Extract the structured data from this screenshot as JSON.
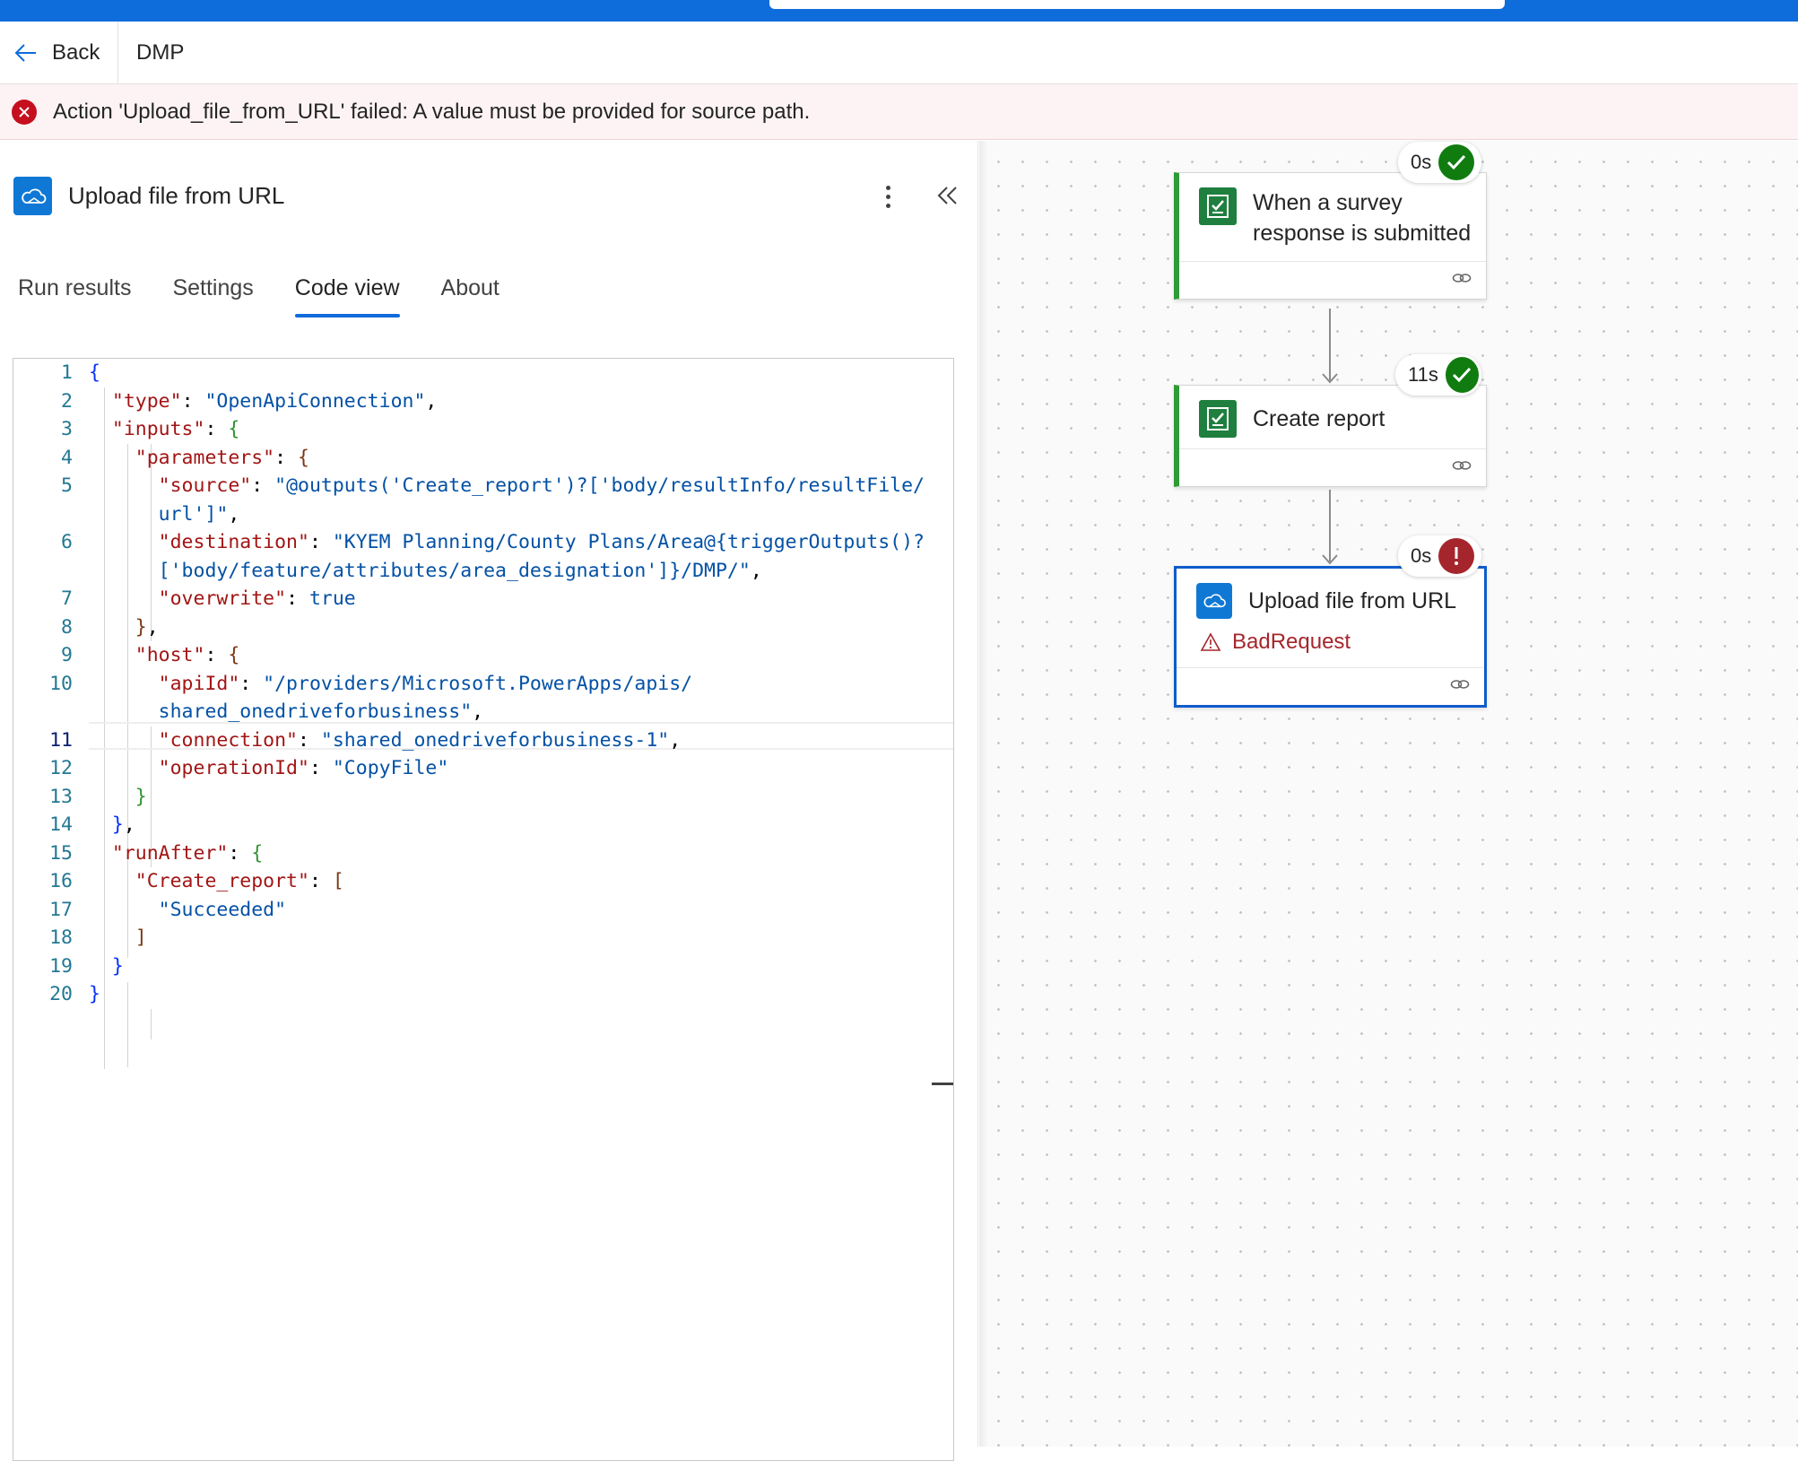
{
  "header": {
    "back_label": "Back",
    "flow_name": "DMP"
  },
  "error_banner": {
    "message": "Action 'Upload_file_from_URL' failed: A value must be provided for source path."
  },
  "panel": {
    "title": "Upload file from URL",
    "tabs": [
      {
        "label": "Run results",
        "active": false
      },
      {
        "label": "Settings",
        "active": false
      },
      {
        "label": "Code view",
        "active": true
      },
      {
        "label": "About",
        "active": false
      }
    ],
    "current_line": 11,
    "code_lines": [
      {
        "n": "1",
        "text": "{"
      },
      {
        "n": "2",
        "text": "  \"type\": \"OpenApiConnection\","
      },
      {
        "n": "3",
        "text": "  \"inputs\": {"
      },
      {
        "n": "4",
        "text": "    \"parameters\": {"
      },
      {
        "n": "5",
        "text": "      \"source\": \"@outputs('Create_report')?['body/resultInfo/resultFile/"
      },
      {
        "n": "",
        "text": "      url']\","
      },
      {
        "n": "6",
        "text": "      \"destination\": \"KYEM Planning/County Plans/Area@{triggerOutputs()?"
      },
      {
        "n": "",
        "text": "      ['body/feature/attributes/area_designation']}/DMP/\","
      },
      {
        "n": "7",
        "text": "      \"overwrite\": true"
      },
      {
        "n": "8",
        "text": "    },"
      },
      {
        "n": "9",
        "text": "    \"host\": {"
      },
      {
        "n": "10",
        "text": "      \"apiId\": \"/providers/Microsoft.PowerApps/apis/"
      },
      {
        "n": "",
        "text": "      shared_onedriveforbusiness\","
      },
      {
        "n": "11",
        "text": "      \"connection\": \"shared_onedriveforbusiness-1\","
      },
      {
        "n": "12",
        "text": "      \"operationId\": \"CopyFile\""
      },
      {
        "n": "13",
        "text": "    }"
      },
      {
        "n": "14",
        "text": "  },"
      },
      {
        "n": "15",
        "text": "  \"runAfter\": {"
      },
      {
        "n": "16",
        "text": "    \"Create_report\": ["
      },
      {
        "n": "17",
        "text": "      \"Succeeded\""
      },
      {
        "n": "18",
        "text": "    ]"
      },
      {
        "n": "19",
        "text": "  }"
      },
      {
        "n": "20",
        "text": "}"
      }
    ]
  },
  "flow": {
    "steps": [
      {
        "title": "When a survey response is submitted",
        "duration": "0s",
        "status": "succeeded",
        "icon": "forms-icon"
      },
      {
        "title": "Create report",
        "duration": "11s",
        "status": "succeeded",
        "icon": "forms-icon"
      },
      {
        "title": "Upload file from URL",
        "duration": "0s",
        "status": "failed",
        "icon": "onedrive-icon",
        "error": "BadRequest"
      }
    ]
  },
  "colors": {
    "accent": "#0f6cdb",
    "success": "#107c10",
    "error": "#c50f1f",
    "trigger_border": "#2e9b35"
  }
}
